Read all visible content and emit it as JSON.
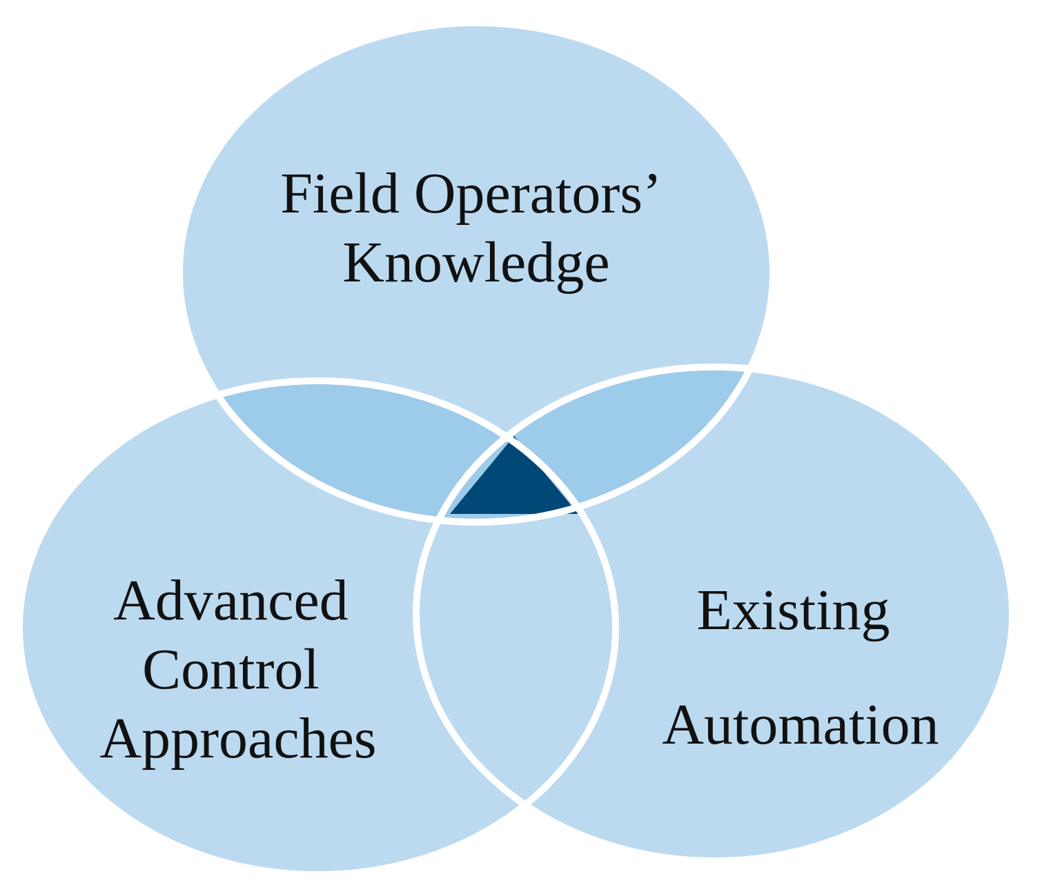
{
  "diagram": {
    "type": "venn",
    "circles": [
      {
        "id": "top",
        "lines": [
          "Field Operators’",
          "Knowledge"
        ]
      },
      {
        "id": "left",
        "lines": [
          "Advanced",
          "Control",
          "Approaches"
        ]
      },
      {
        "id": "right",
        "lines": [
          "Existing",
          "Automation"
        ]
      }
    ],
    "colors": {
      "circle_fill": "#bbdaf0",
      "pair_overlap_fill": "#9dcbea",
      "center_fill": "#004977",
      "outline": "#ffffff"
    }
  }
}
